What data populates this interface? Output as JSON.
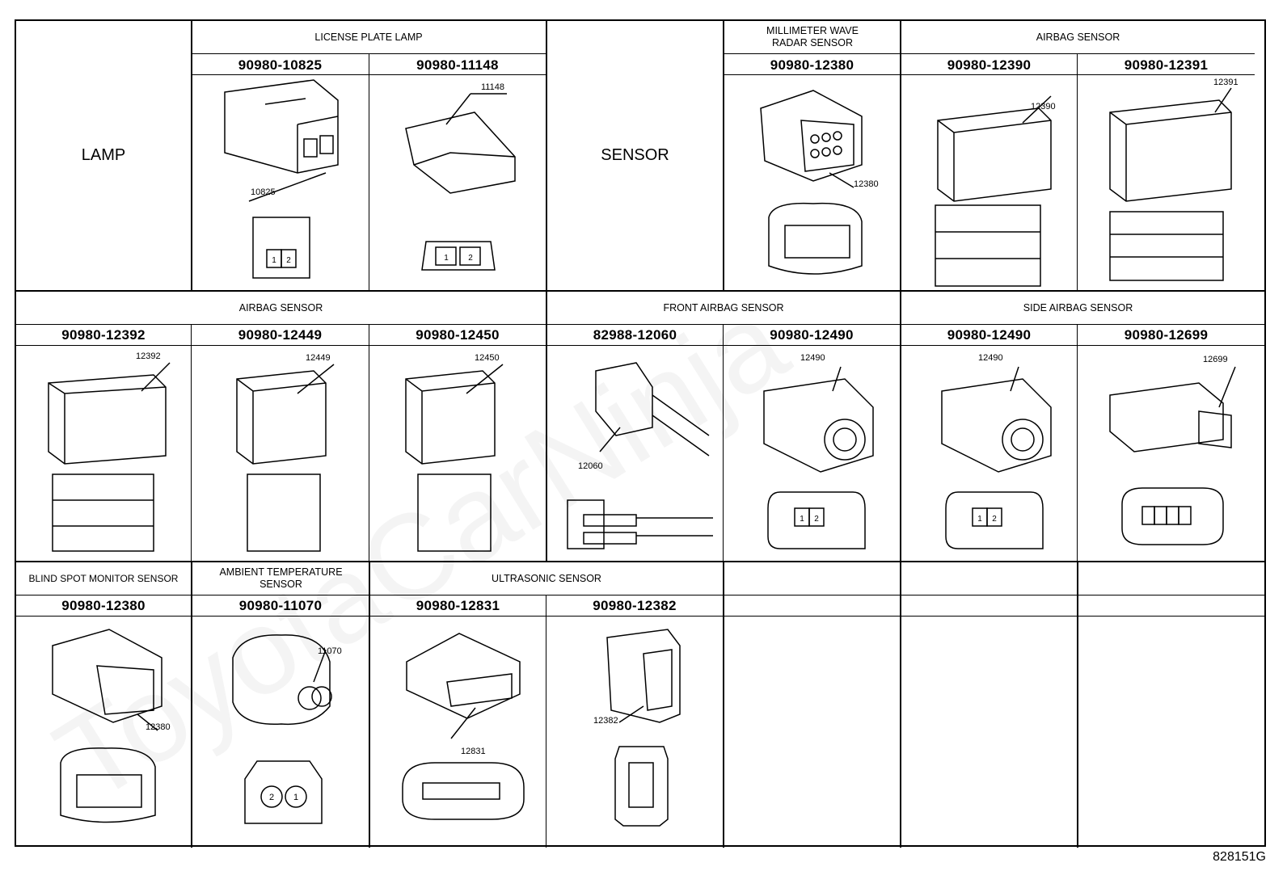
{
  "diagram": {
    "title_cells": {
      "lamp": "LAMP",
      "sensor": "SENSOR"
    },
    "group_labels": {
      "license_plate_lamp": "LICENSE PLATE LAMP",
      "millimeter_wave": "MILLIMETER WAVE RADAR SENSOR",
      "airbag_sensor_top": "AIRBAG SENSOR",
      "airbag_sensor_mid": "AIRBAG SENSOR",
      "front_airbag_sensor": "FRONT AIRBAG SENSOR",
      "side_airbag_sensor": "SIDE AIRBAG SENSOR",
      "blind_spot": "BLIND SPOT MONITOR SENSOR",
      "ambient_temp": "AMBIENT TEMPERATURE SENSOR",
      "ultrasonic": "ULTRASONIC SENSOR"
    },
    "part_numbers": {
      "r1c2": "90980-10825",
      "r1c3": "90980-11148",
      "r1c5": "90980-12380",
      "r1c6": "90980-12390",
      "r1c7": "90980-12391",
      "r2c1": "90980-12392",
      "r2c2": "90980-12449",
      "r2c3": "90980-12450",
      "r2c4": "82988-12060",
      "r2c5": "90980-12490",
      "r2c6": "90980-12490",
      "r2c7": "90980-12699",
      "r3c1": "90980-12380",
      "r3c2": "90980-11070",
      "r3c3": "90980-12831",
      "r3c4": "90980-12382"
    },
    "callouts": {
      "r1c2": "10825",
      "r1c3": "11148",
      "r1c5": "12380",
      "r1c6": "12390",
      "r1c7": "12391",
      "r2c1": "12392",
      "r2c2": "12449",
      "r2c3": "12450",
      "r2c4": "12060",
      "r2c5": "12490",
      "r2c6": "12490",
      "r2c7": "12699",
      "r3c1": "12380",
      "r3c2": "11070",
      "r3c3": "12831",
      "r3c4": "12382"
    },
    "footer_code": "828151G",
    "watermark": "ToyotaCarNinja"
  }
}
